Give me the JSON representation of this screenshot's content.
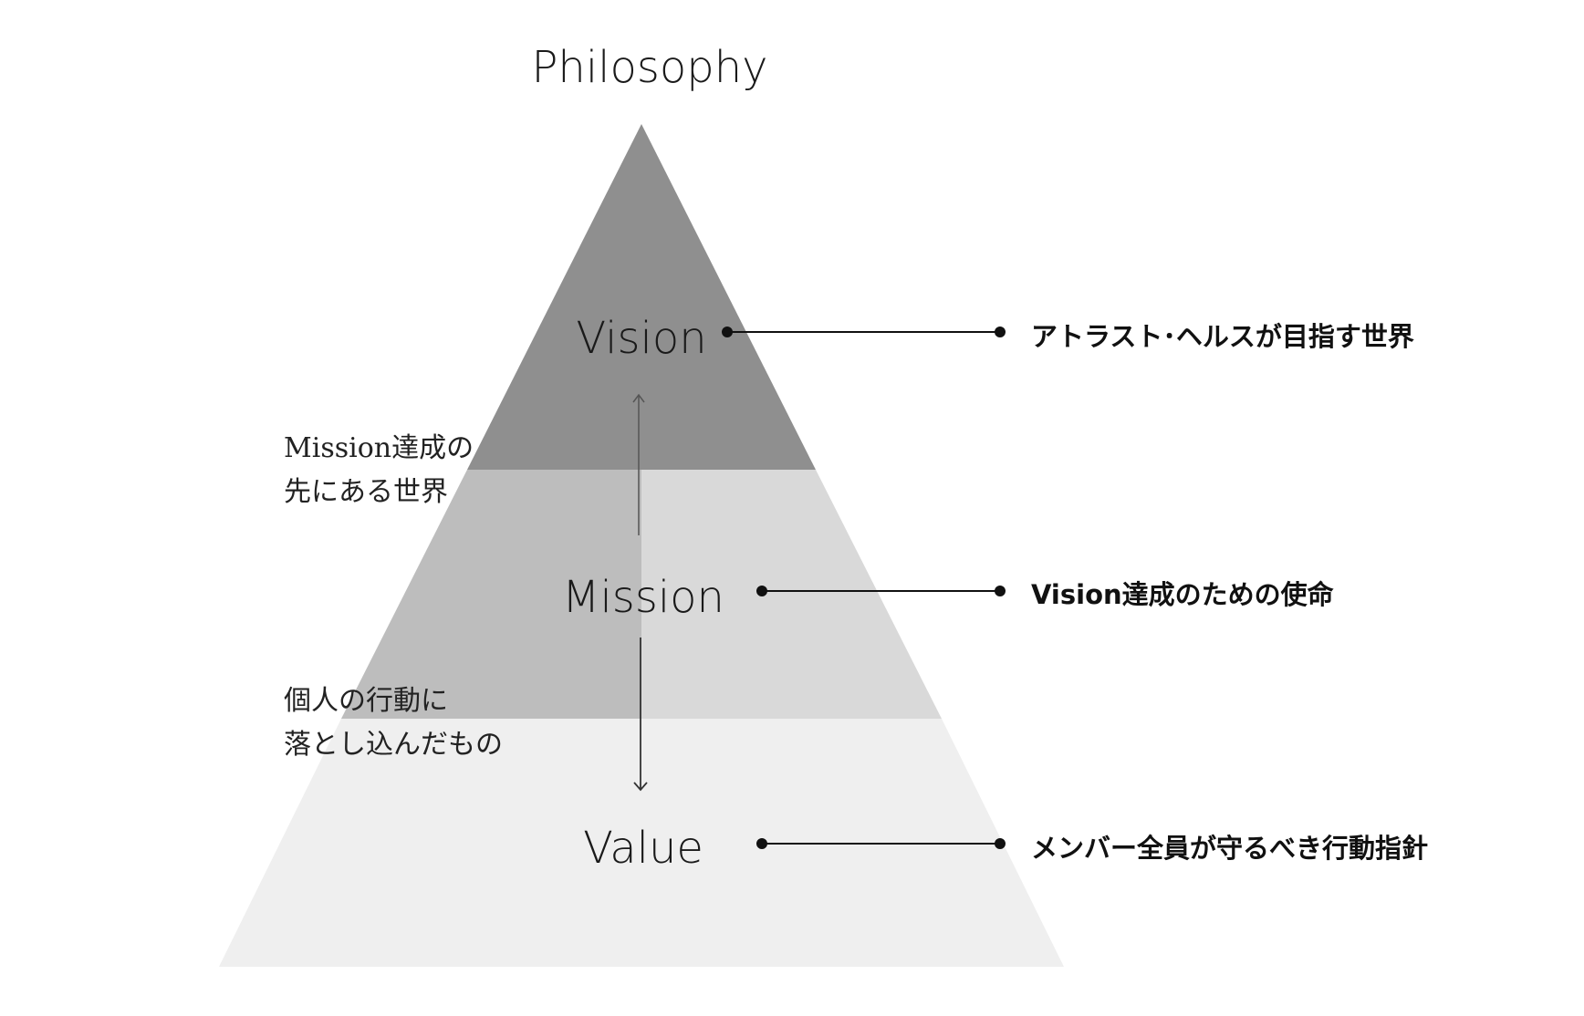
{
  "title": "Philosophy",
  "levels": [
    {
      "name": "Vision",
      "description": "アトラスト･ヘルスが目指す世界",
      "color": "#8f8f8f"
    },
    {
      "name": "Mission",
      "description": "Vision達成のための使命",
      "color_left": "#bdbdbd",
      "color_right": "#d9d9d9"
    },
    {
      "name": "Value",
      "description": "メンバー全員が守るべき行動指針",
      "color": "#efefef"
    }
  ],
  "side_notes": {
    "upper": [
      "Mission達成の",
      "先にある世界"
    ],
    "lower": [
      "個人の行動に",
      "落とし込んだもの"
    ]
  }
}
